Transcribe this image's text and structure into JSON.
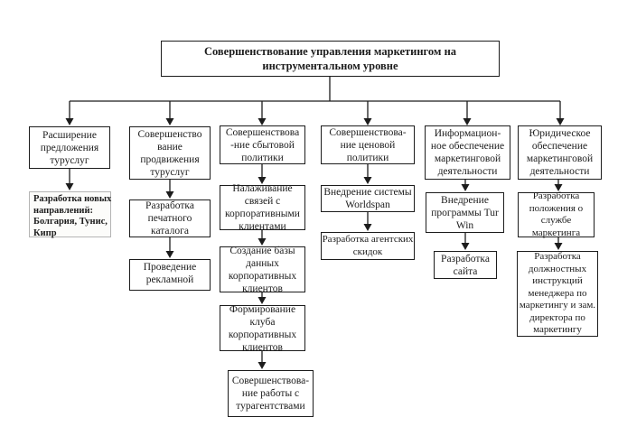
{
  "diagram": {
    "title": "Совершенствование управления маркетингом на\nинструментальном уровне",
    "ink_color": "#1c1c1c",
    "light_box_border_color": "#b4b4b4",
    "columns": [
      {
        "nodes": [
          "Расширение\nпредложения\nтуруслуг",
          "Разработка новых\nнаправлений:\nБолгария, Тунис,\nКипр"
        ]
      },
      {
        "nodes": [
          "Совершенство\nвание\nпродвижения\nтуруслуг",
          "Разработка\nпечатного\nкаталога",
          "Проведение\nрекламной\nкампании"
        ]
      },
      {
        "nodes": [
          "Совершенствова\n-ние сбытовой\nполитики",
          "Налаживание\nсвязей с\nкорпоративными\nклиентами",
          "Создание базы\nданных\nкорпоративных\nклиентов",
          "Формирование\nклуба\nкорпоративных\nклиентов",
          "Совершенствова-\nние работы с\nтурагентствами"
        ]
      },
      {
        "nodes": [
          "Совершенствова-\nние ценовой\nполитики",
          "Внедрение системы\nWorldspan",
          "Разработка агентских\nскидок"
        ]
      },
      {
        "nodes": [
          "Информацион-\nное обеспечение\nмаркетинговой\nдеятельности",
          "Внедрение\nпрограммы Tur\nWin",
          "Разработка\nсайта"
        ]
      },
      {
        "nodes": [
          "Юридическое\nобеспечение\nмаркетинговой\nдеятельности",
          "Разработка\nположения о\nслужбе\nмаркетинга",
          "Разработка\nдолжностных\nинструкций\nменеджера по\nмаркетингу и зам.\nдиректора по\nмаркетингу"
        ]
      }
    ]
  }
}
